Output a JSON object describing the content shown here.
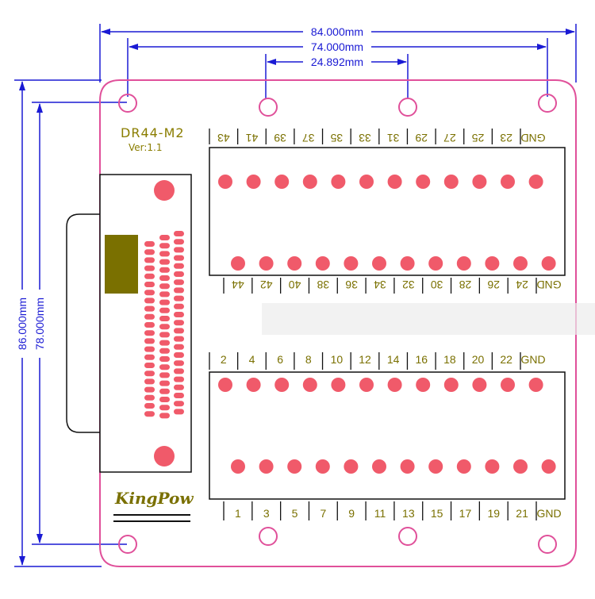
{
  "colors": {
    "board_outline": "#e0509a",
    "dimension": "#1a1ad4",
    "silkscreen": "#7a7000",
    "pad": "#f05a6a",
    "block": "#7a7000"
  },
  "board": {
    "model": "DR44-M2",
    "version": "Ver:1.1",
    "brand": "KingPow"
  },
  "dimensions": {
    "width_outer": "84.000mm",
    "width_holes": "74.000mm",
    "width_inner": "24.892mm",
    "height_outer": "86.000mm",
    "height_holes": "78.000mm"
  },
  "terminals": {
    "top_upper_labels": [
      "43",
      "41",
      "39",
      "37",
      "35",
      "33",
      "31",
      "29",
      "27",
      "25",
      "23",
      "GND"
    ],
    "top_lower_labels": [
      "44",
      "42",
      "40",
      "38",
      "36",
      "34",
      "32",
      "30",
      "28",
      "26",
      "24",
      "GND"
    ],
    "bottom_upper_labels": [
      "2",
      "4",
      "6",
      "8",
      "10",
      "12",
      "14",
      "16",
      "18",
      "20",
      "22",
      "GND"
    ],
    "bottom_lower_labels": [
      "1",
      "3",
      "5",
      "7",
      "9",
      "11",
      "13",
      "15",
      "17",
      "19",
      "21",
      "GND"
    ]
  },
  "icons": {
    "mounting_hole": "circle-outline",
    "pad": "filled-circle"
  }
}
